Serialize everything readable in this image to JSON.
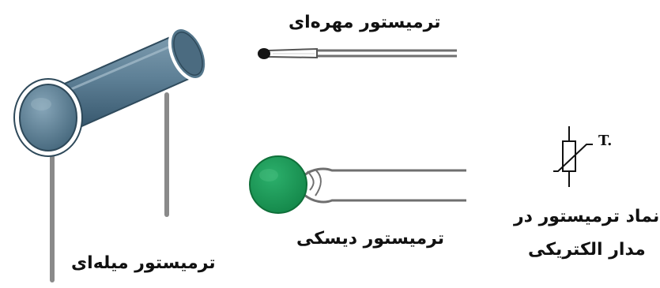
{
  "labels": {
    "bead": "ترمیستور مهره‌ای",
    "disc": "ترمیستور دیسکی",
    "rod": "ترمیستور میله‌ای",
    "symbol_line1": "نماد ترمیستور در",
    "symbol_line2": "مدار الکتریکی",
    "temperature_symbol": "T."
  },
  "colors": {
    "rod_body": "#5f8197",
    "rod_cap": "#6c90a6",
    "disc": "#1f9a5b",
    "wire": "#6f6f6f",
    "symbol": "#111111"
  },
  "icons": {
    "rod": "rod-thermistor-icon",
    "bead": "bead-thermistor-icon",
    "disc": "disc-thermistor-icon",
    "symbol": "thermistor-symbol-icon"
  }
}
